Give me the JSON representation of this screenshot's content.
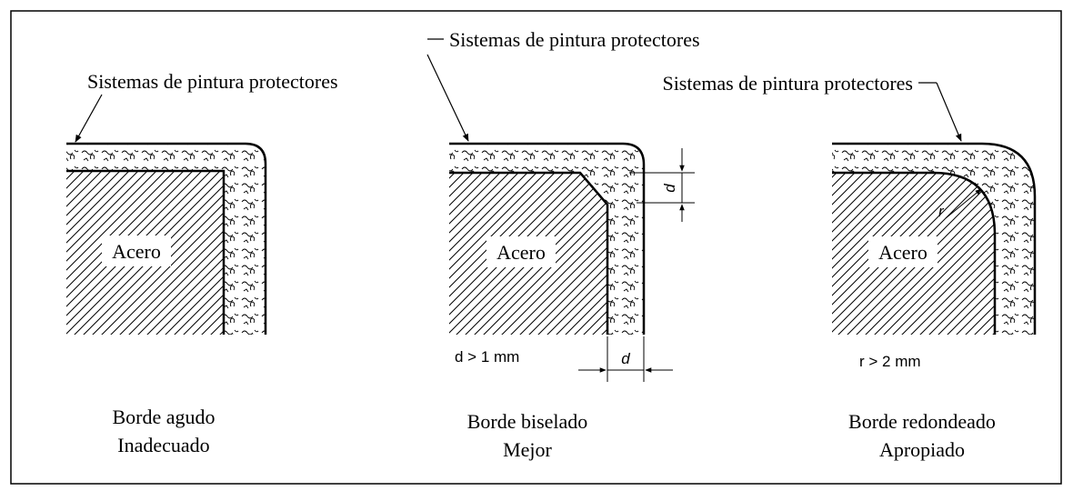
{
  "labels": {
    "coating_left": "Sistemas de pintura protectores",
    "coating_middle": "Sistemas de pintura protectores",
    "coating_right": "Sistemas de pintura protectores"
  },
  "panels": [
    {
      "material": "Acero",
      "note": "",
      "caption_line1": "Borde agudo",
      "caption_line2": "Inadecuado"
    },
    {
      "material": "Acero",
      "note": "d > 1 mm",
      "caption_line1": "Borde biselado",
      "caption_line2": "Mejor"
    },
    {
      "material": "Acero",
      "note": "r > 2 mm",
      "caption_line1": "Borde redondeado",
      "caption_line2": "Apropiado"
    }
  ],
  "dimensions": {
    "chamfer_symbol": "d",
    "radius_symbol": "r"
  },
  "colors": {
    "line": "#000000",
    "background": "#ffffff"
  }
}
